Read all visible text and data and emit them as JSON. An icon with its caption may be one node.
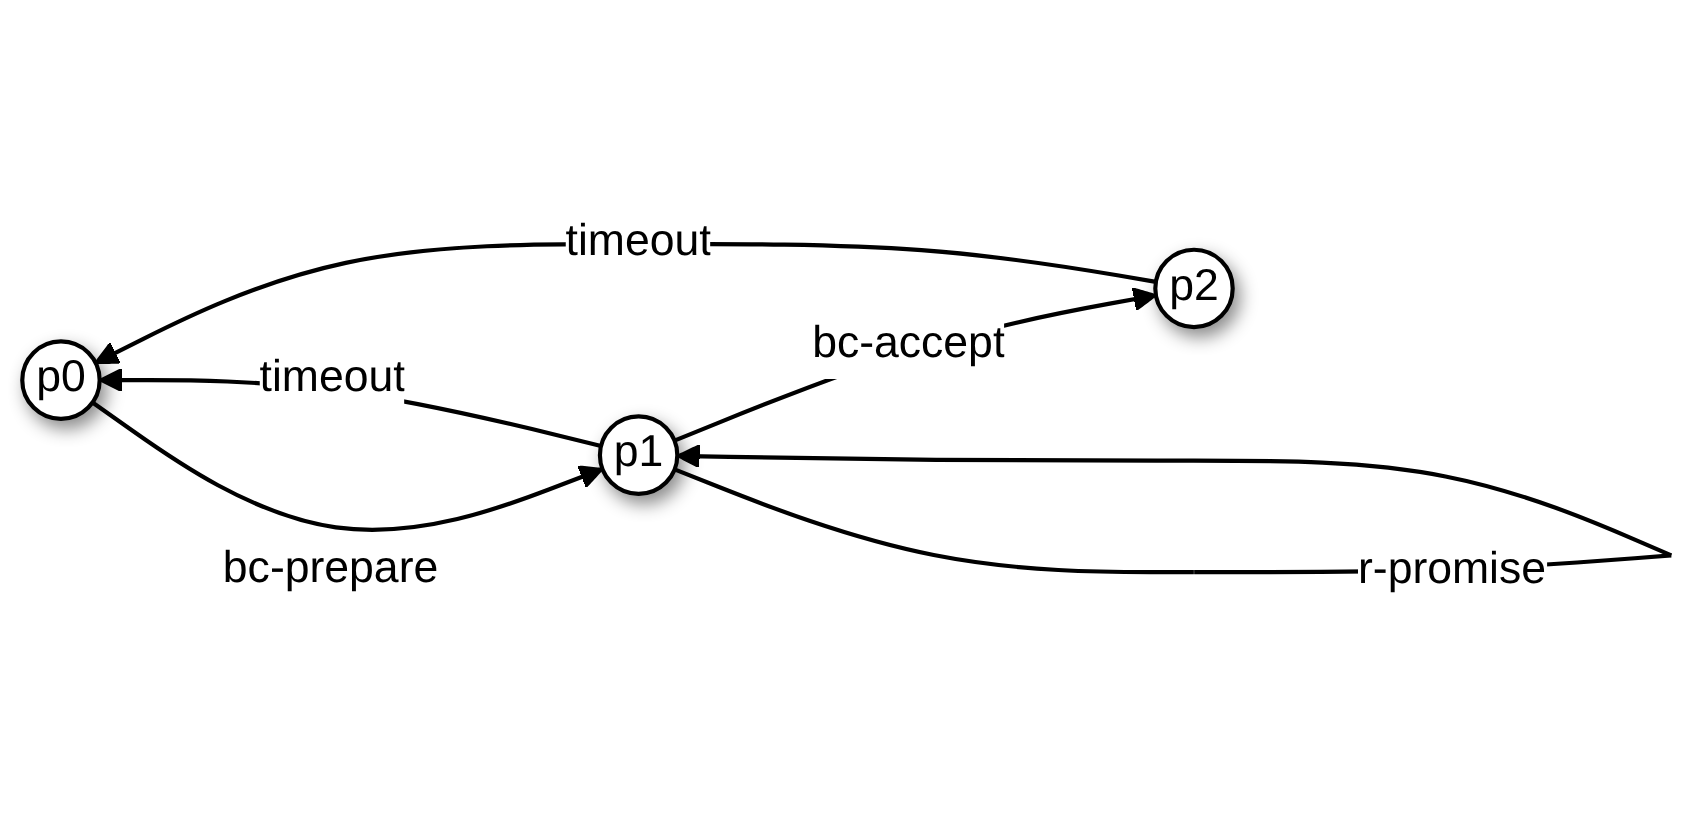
{
  "diagram": {
    "nodes": [
      {
        "text": [
          "p0"
        ]
      },
      {
        "text": [
          "p1"
        ]
      },
      {
        "text": [
          "p2"
        ]
      }
    ],
    "edges": [
      {
        "from": 0,
        "to": 1,
        "arrow": "to",
        "label": "bc-prepare"
      },
      {
        "from": 1,
        "to": 1,
        "arrow": "to",
        "label": "r-promise"
      },
      {
        "from": 1,
        "to": 2,
        "arrow": "to",
        "label": "bc-accept"
      },
      {
        "from": 1,
        "to": 0,
        "arrow": "to",
        "label": "timeout"
      },
      {
        "from": 2,
        "to": 0,
        "arrow": "to",
        "label": "timeout"
      }
    ]
  }
}
